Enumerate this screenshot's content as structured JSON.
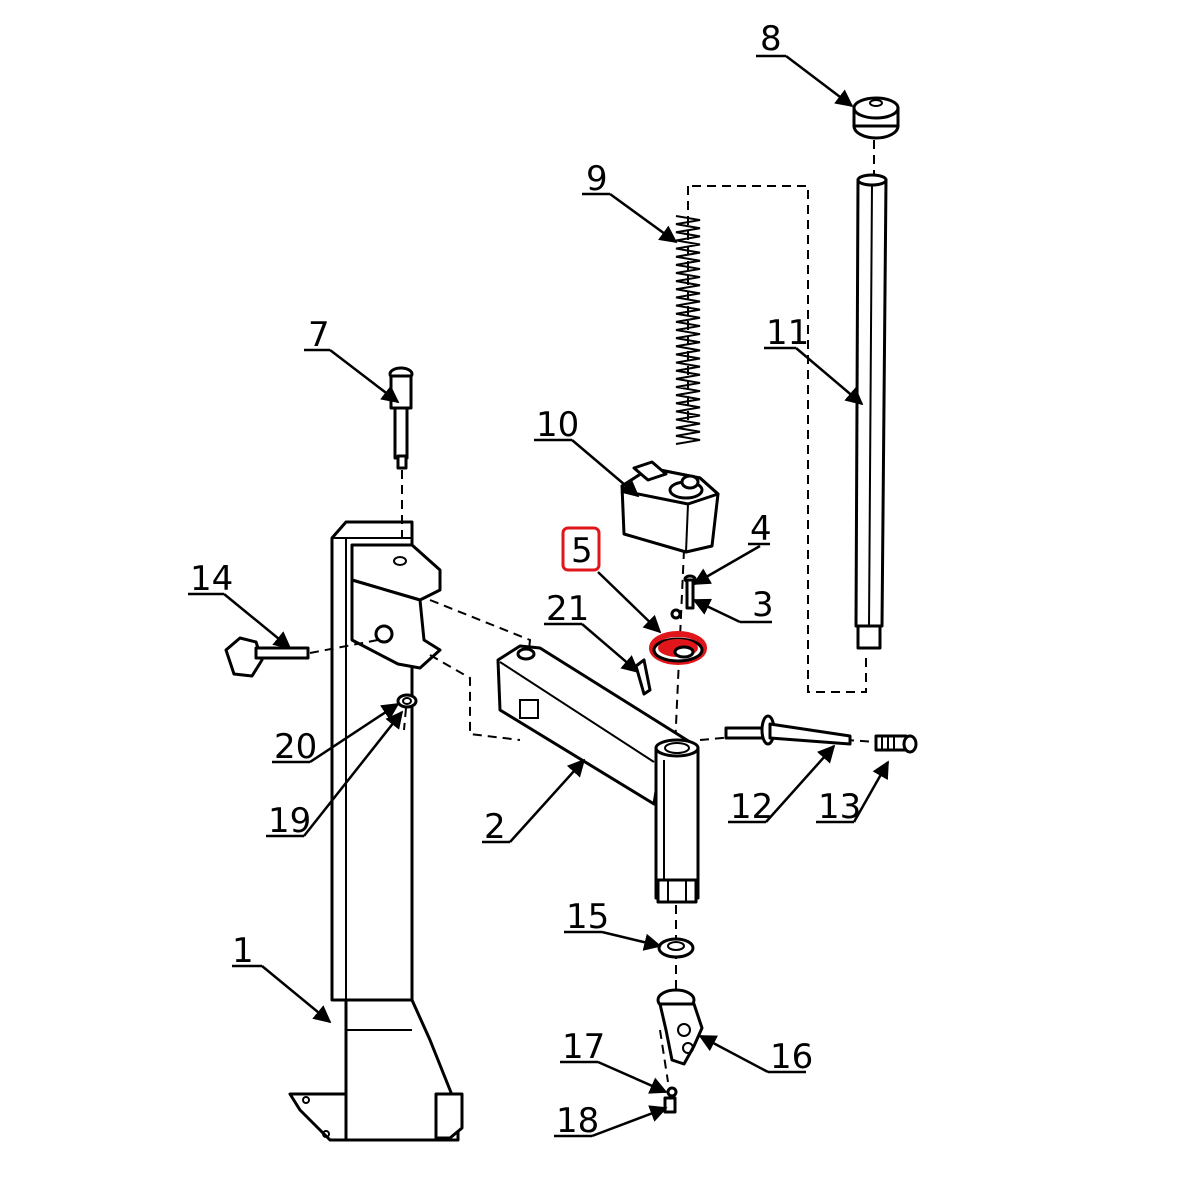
{
  "diagram": {
    "highlight_color": "#e0161b",
    "highlighted_part": "5",
    "callouts": [
      {
        "id": "1",
        "label": "1"
      },
      {
        "id": "2",
        "label": "2"
      },
      {
        "id": "3",
        "label": "3"
      },
      {
        "id": "4",
        "label": "4"
      },
      {
        "id": "5",
        "label": "5"
      },
      {
        "id": "7",
        "label": "7"
      },
      {
        "id": "8",
        "label": "8"
      },
      {
        "id": "9",
        "label": "9"
      },
      {
        "id": "10",
        "label": "10"
      },
      {
        "id": "11",
        "label": "11"
      },
      {
        "id": "12",
        "label": "12"
      },
      {
        "id": "13",
        "label": "13"
      },
      {
        "id": "14",
        "label": "14"
      },
      {
        "id": "15",
        "label": "15"
      },
      {
        "id": "16",
        "label": "16"
      },
      {
        "id": "17",
        "label": "17"
      },
      {
        "id": "18",
        "label": "18"
      },
      {
        "id": "19",
        "label": "19"
      },
      {
        "id": "20",
        "label": "20"
      },
      {
        "id": "21",
        "label": "21"
      }
    ]
  }
}
